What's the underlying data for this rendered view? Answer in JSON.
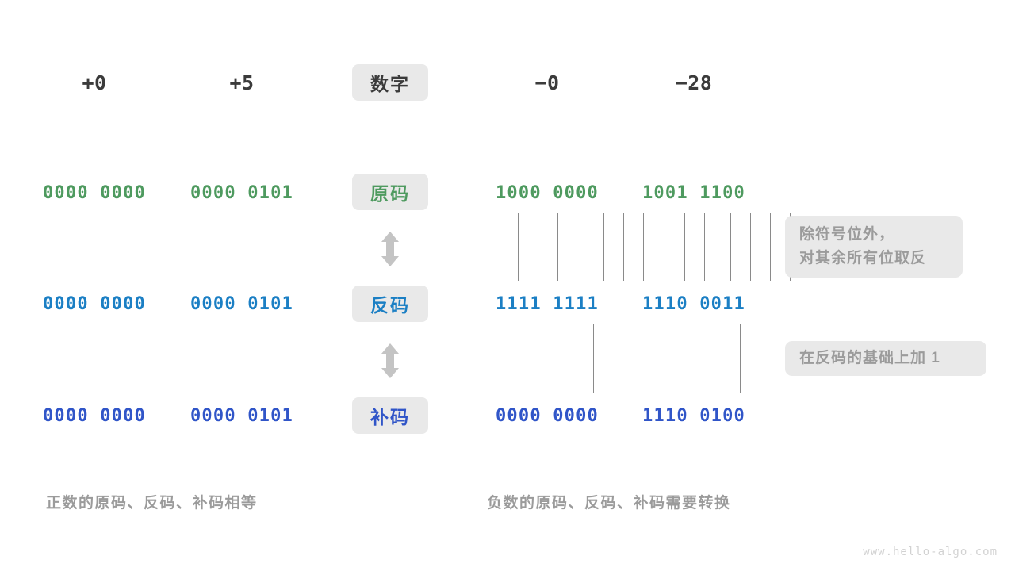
{
  "header": {
    "columns": [
      {
        "label": "+0"
      },
      {
        "label": "+5"
      },
      {
        "label": "−0"
      },
      {
        "label": "−28"
      }
    ],
    "center_badge": "数字"
  },
  "rows": [
    {
      "badge": "原码",
      "accent": "#4e9a5f",
      "values": [
        "0000 0000",
        "0000 0101",
        "1000 0000",
        "1001 1100"
      ]
    },
    {
      "badge": "反码",
      "accent": "#1b7fc4",
      "values": [
        "0000 0000",
        "0000 0101",
        "1111 1111",
        "1110 0011"
      ]
    },
    {
      "badge": "补码",
      "accent": "#3055c8",
      "values": [
        "0000 0000",
        "0000 0101",
        "0000 0000",
        "1110 0100"
      ]
    }
  ],
  "notes": [
    {
      "lines": [
        "除符号位外，",
        "对其余所有位取反"
      ]
    },
    {
      "lines": [
        "在反码的基础上加  1"
      ]
    }
  ],
  "footers": [
    "正数的原码、反码、补码相等",
    "负数的原码、反码、补码需要转换"
  ],
  "watermark": "www.hello-algo.com",
  "arrows": {
    "top_label": "double-arrow-yuanma-fanma",
    "bottom_label": "double-arrow-fanma-buma"
  },
  "colors": {
    "badge_bg": "#e9e9e9",
    "note_bg": "#e9e9e9",
    "note_text": "#9b9b9b",
    "dark_text": "#3b3b3b",
    "line": "#8a8a8a",
    "arrow": "#c4c4c4"
  }
}
